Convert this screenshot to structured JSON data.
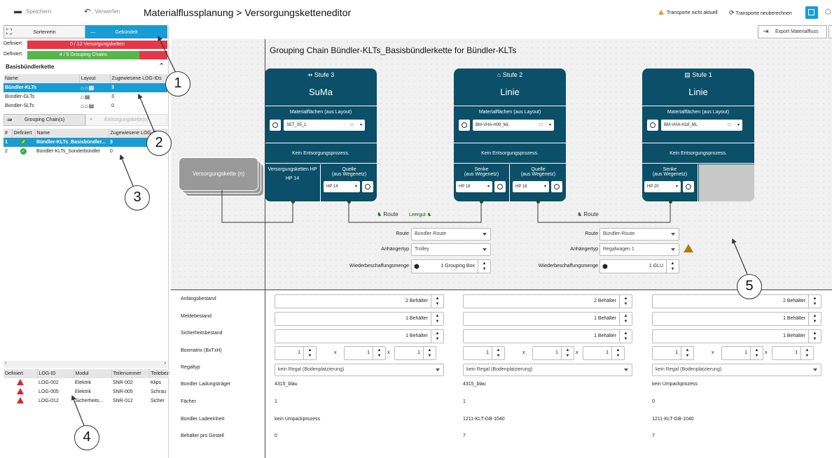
{
  "toolbar": {
    "save_label": "Speichern",
    "discard_label": "Verwerfen",
    "title": "Materialflussplanung  >  Versorgungsketteneditor",
    "warning_label": "Transporte nicht aktuell",
    "recalc_label": "Transporte neuberechnen",
    "export_label": "Export Materialfluss"
  },
  "left_panel": {
    "mode_tabs": [
      "Sortenrein",
      "Gebündelt"
    ],
    "defined_label": "Definiert",
    "bar_supply": "0 / 12 Versorgungsketten",
    "bar_grouping": "4 / 5 Grouping Chains",
    "section_title": "Basisbündlerkette",
    "bundler_table": {
      "headers": [
        "Name",
        "Layout",
        "Zugewiesene LOG-IDs"
      ],
      "rows": [
        {
          "name": "Bündler-KLTs",
          "count": "3"
        },
        {
          "name": "Bündler-GLTs",
          "count": "3"
        },
        {
          "name": "Bündler-SLTs",
          "count": "0"
        }
      ]
    },
    "chain_tabs": [
      "Grouping Chain(s)",
      "Entsorgungskette(n)"
    ],
    "chain_table": {
      "headers": [
        "#",
        "Definiert",
        "Name",
        "Zugewiesene LOG-IDs"
      ],
      "rows": [
        {
          "num": "1",
          "name": "Bündler-KLTs_Basisbündler...",
          "count": "3"
        },
        {
          "num": "2",
          "name": "Bündler-KLTs_Sonderbündler",
          "count": "0"
        }
      ]
    },
    "log_table": {
      "headers": [
        "Definiert",
        "LOG-ID",
        "Modul",
        "Teilenummer",
        "Teilebez"
      ],
      "rows": [
        {
          "id": "LOG-002",
          "modul": "Elektrik",
          "teil": "SNR-002",
          "bez": "Klips"
        },
        {
          "id": "LOG-005",
          "modul": "Elektrik",
          "teil": "SNR-005",
          "bez": "Schrau"
        },
        {
          "id": "LOG-012",
          "modul": "Sicherheits...",
          "teil": "SNR-012",
          "bez": "Sicher"
        }
      ]
    }
  },
  "canvas": {
    "chain_title": "Grouping Chain Bündler-KLTs_Basisbündlerkette for Bündler-KLTs",
    "supply_chain_label": "Versorgungskette (n)",
    "stages": [
      {
        "label": "Stufe 3",
        "name": "SuMa",
        "mf_label": "Materialflächen (aus Layout)",
        "mf_value": "SET_05_1",
        "ent": "Kein Entsorgungsprozess."
      },
      {
        "label": "Stufe 2",
        "name": "Linie",
        "mf_label": "Materialflächen (aus Layout)",
        "mf_value": "BM-VHA-H09_ML",
        "ent": "Kein Entsorgungsprozess."
      },
      {
        "label": "Stufe 1",
        "name": "Linie",
        "mf_label": "Materialflächen (aus Layout)",
        "mf_value": "BM-VHA-H18_ML",
        "ent": "Kein Entsorgungsprozess."
      }
    ],
    "s3_left_label": "Versorgungsketten HP",
    "s3_left_value": "HP 14",
    "quelle_label": "Quelle",
    "wegenetz_label": "(aus Wegenetz)",
    "senke_label": "Senke",
    "s3_quelle_hp": "HP 14",
    "s2_senke_hp": "HP 18",
    "s2_quelle_hp": "HP 18",
    "s1_senke_hp": "HP 20",
    "route_label": "Route",
    "leergut_label": "Leergut",
    "t1": {
      "route": "Bündler-Route",
      "trailer": "Trolley",
      "qty": "1 Grouping Box"
    },
    "t2": {
      "route": "Bündler-Route",
      "trailer": "Regalwagen 1",
      "qty": "1 GLU"
    },
    "field_route": "Route",
    "field_trailer": "Anhängertyp",
    "field_qty": "Wiederbeschaffungsmenge"
  },
  "grid": {
    "row_labels": [
      "Anfangsbestand",
      "Meldebestand",
      "Sicherheitsbestand",
      "Boxmatrix (BxTxH)",
      "Regaltyp",
      "Bündler Ladungsträger",
      "Fächer",
      "Bündler Ladeeinheit",
      "Behälter pro Gestell"
    ],
    "cols": [
      {
        "anf": "2 Behälter",
        "meld": "1 Behälter",
        "sich": "1 Behälter",
        "b1": "1",
        "b2": "1",
        "b3": "1",
        "regal": "kein Regal (Bodenplatzierung)",
        "lt": "4315_blau",
        "faecher": "1",
        "le": "kein Umpackprozess",
        "bpg": "0"
      },
      {
        "anf": "2 Behälter",
        "meld": "1 Behälter",
        "sich": "1 Behälter",
        "b1": "1",
        "b2": "1",
        "b3": "1",
        "regal": "kein Regal (Bodenplatzierung)",
        "lt": "4315_blau",
        "faecher": "1",
        "le": "1211-KLT-GB-1040",
        "bpg": "7"
      },
      {
        "anf": "2 Behälter",
        "meld": "1 Behälter",
        "sich": "1 Behälter",
        "b1": "1",
        "b2": "1",
        "b3": "1",
        "regal": "kein Regal (Bodenplatzierung)",
        "lt": "kein Umpackprozess",
        "faecher": "0",
        "le": "1211-KLT-GB-1040",
        "bpg": "7"
      }
    ],
    "x_sep": "x"
  },
  "annotations": [
    "1",
    "2",
    "3",
    "4",
    "5"
  ],
  "colors": {
    "accent": "#199bd3",
    "stage": "#0b4f68",
    "red": "#e6364a",
    "green": "#52b948"
  }
}
